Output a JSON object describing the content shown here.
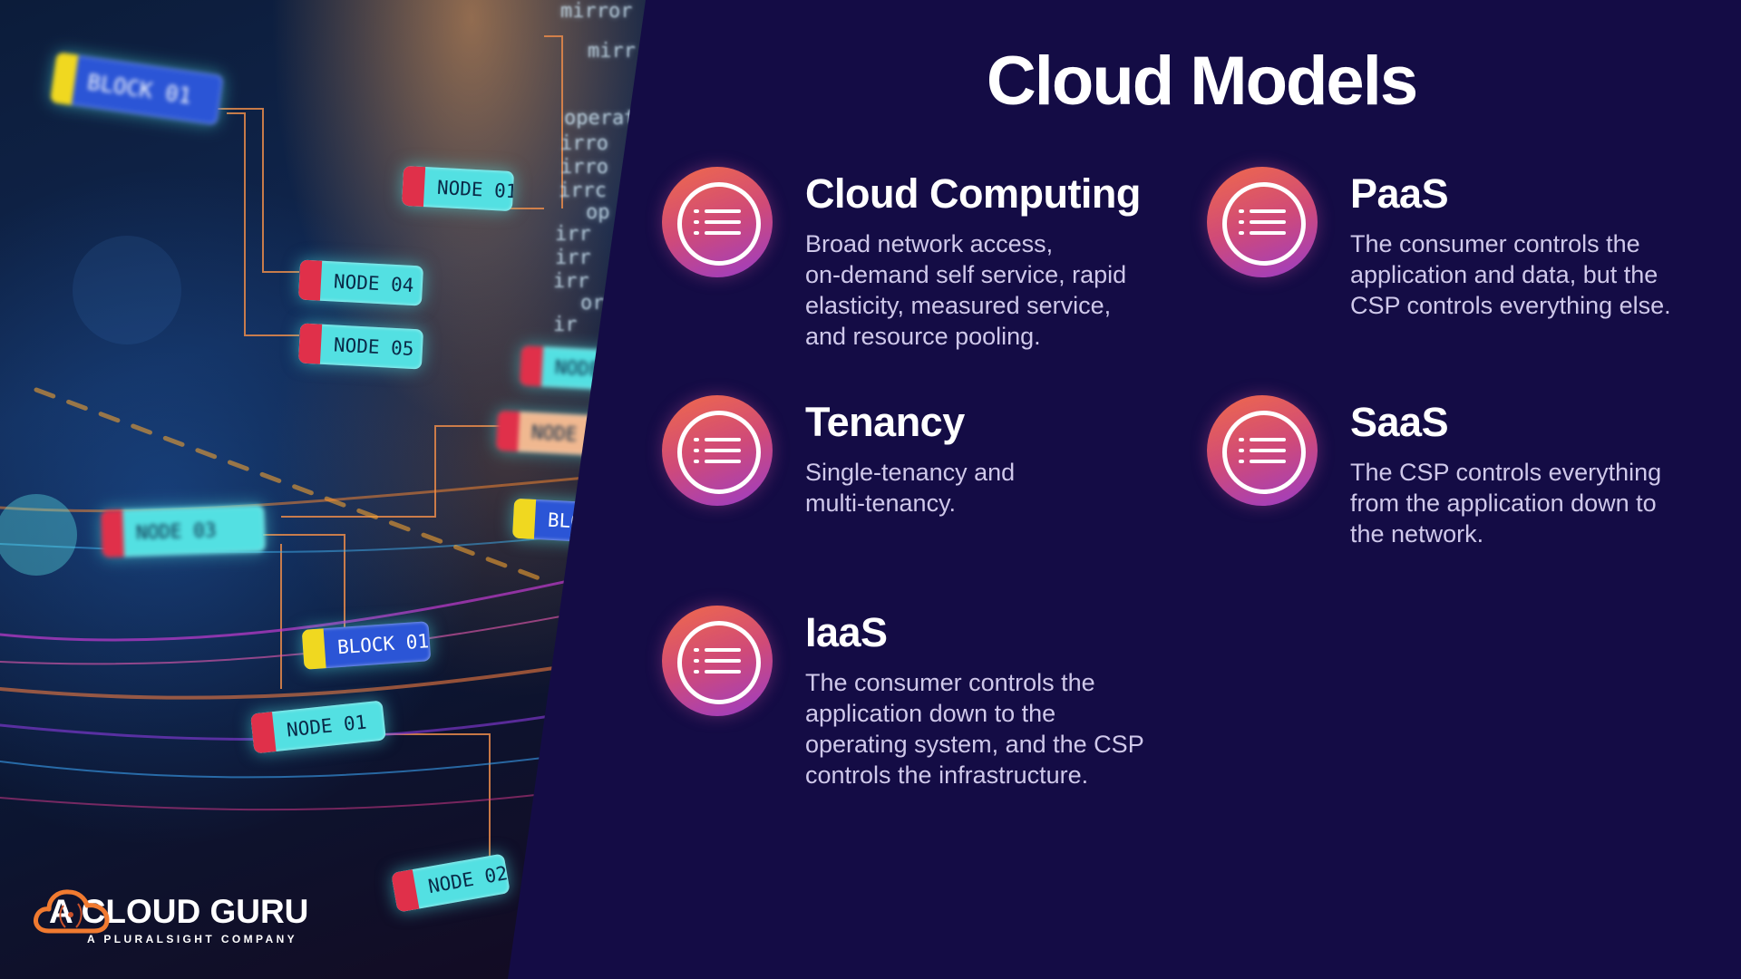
{
  "slide": {
    "title": "Cloud Models",
    "accent_gradient": [
      "#f06a4a",
      "#d04a78",
      "#9a3cc8"
    ],
    "background_color": "#140c45"
  },
  "illustration": {
    "tags": [
      "BLOCK 01",
      "NODE 01",
      "NODE 04",
      "NODE 05",
      "NODE 03",
      "BLOCK 01",
      "NODE 01",
      "NODE 02",
      "NODE",
      "NODE",
      "BLOC"
    ],
    "code_fragments": [
      "mirror",
      "mirr",
      "operat",
      "irro",
      "irro",
      "irrc",
      "op",
      "irr",
      "irr",
      "irr",
      "or",
      "ir"
    ]
  },
  "logo": {
    "name": "A CLOUD GURU",
    "tagline": "A PLURALSIGHT COMPANY",
    "icon": "cloud-icon"
  },
  "items": [
    {
      "icon": "list-icon",
      "heading": "Cloud Computing",
      "text": "Broad network access,\non-demand self service, rapid\nelasticity, measured service,\nand resource pooling."
    },
    {
      "icon": "list-icon",
      "heading": "PaaS",
      "text": "The consumer controls the\napplication and data, but the\nCSP controls everything else."
    },
    {
      "icon": "list-icon",
      "heading": "Tenancy",
      "text": "Single-tenancy and\nmulti-tenancy."
    },
    {
      "icon": "list-icon",
      "heading": "SaaS",
      "text": "The CSP controls everything\nfrom the application down to\nthe network."
    },
    {
      "icon": "list-icon",
      "heading": "IaaS",
      "text": "The consumer controls the\napplication down to the\noperating system, and the CSP\ncontrols the infrastructure."
    }
  ]
}
